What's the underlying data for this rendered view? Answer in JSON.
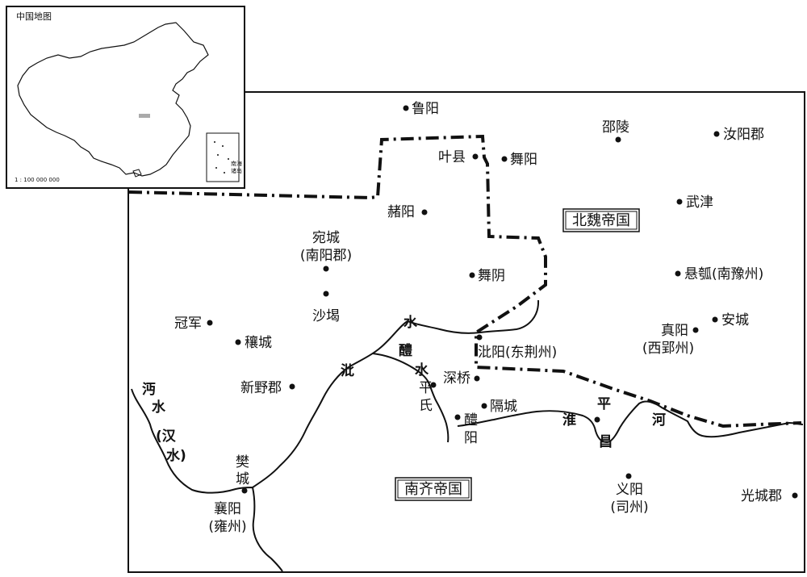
{
  "inset": {
    "title": "中国地图",
    "scale": "1 : 100 000 000",
    "south_sea_label": [
      "南海",
      "诸岛"
    ]
  },
  "states": {
    "north": "北魏帝国",
    "south": "南齐帝国"
  },
  "places": {
    "luyang": "鲁阳",
    "shaoling": "邵陵",
    "ruyangjun": "汝阳郡",
    "yexian": "叶县",
    "wuyang": "舞阳",
    "duyang": "赭阳",
    "wujin": "武津",
    "wancheng": "宛城",
    "nanyangjun": "(南阳郡)",
    "wuyin": "舞阴",
    "xuanhu": "悬瓠(南豫州)",
    "shajie": "沙堨",
    "guanjun": "冠军",
    "racheng": "穰城",
    "ancheng": "安城",
    "zhenyang": "真阳",
    "xiyingzhou": "(西郢州)",
    "biyang": "沘阳(东荆州)",
    "shenqiao": "深桥",
    "xinyejun": "新野郡",
    "pingshi_1": "平",
    "pingshi_2": "氏",
    "gecheng": "隔城",
    "liyang_1": "醴",
    "liyang_2": "阳",
    "fancheng_1": "樊",
    "fancheng_2": "城",
    "xiangyang": "襄阳",
    "yongzhou": "(雍州)",
    "yiyang": "义阳",
    "sizhou": "(司州)",
    "guangchengjun": "光城郡"
  },
  "rivers": {
    "bi_1": "水",
    "bi_2": "沘",
    "li_1": "醴",
    "li_2": "水",
    "han_1": "沔",
    "han_2": "水",
    "han_3": "(汉",
    "han_4": "水)",
    "huai_1": "淮",
    "huai_2": "河",
    "pingchang_1": "平",
    "pingchang_2": "昌"
  }
}
